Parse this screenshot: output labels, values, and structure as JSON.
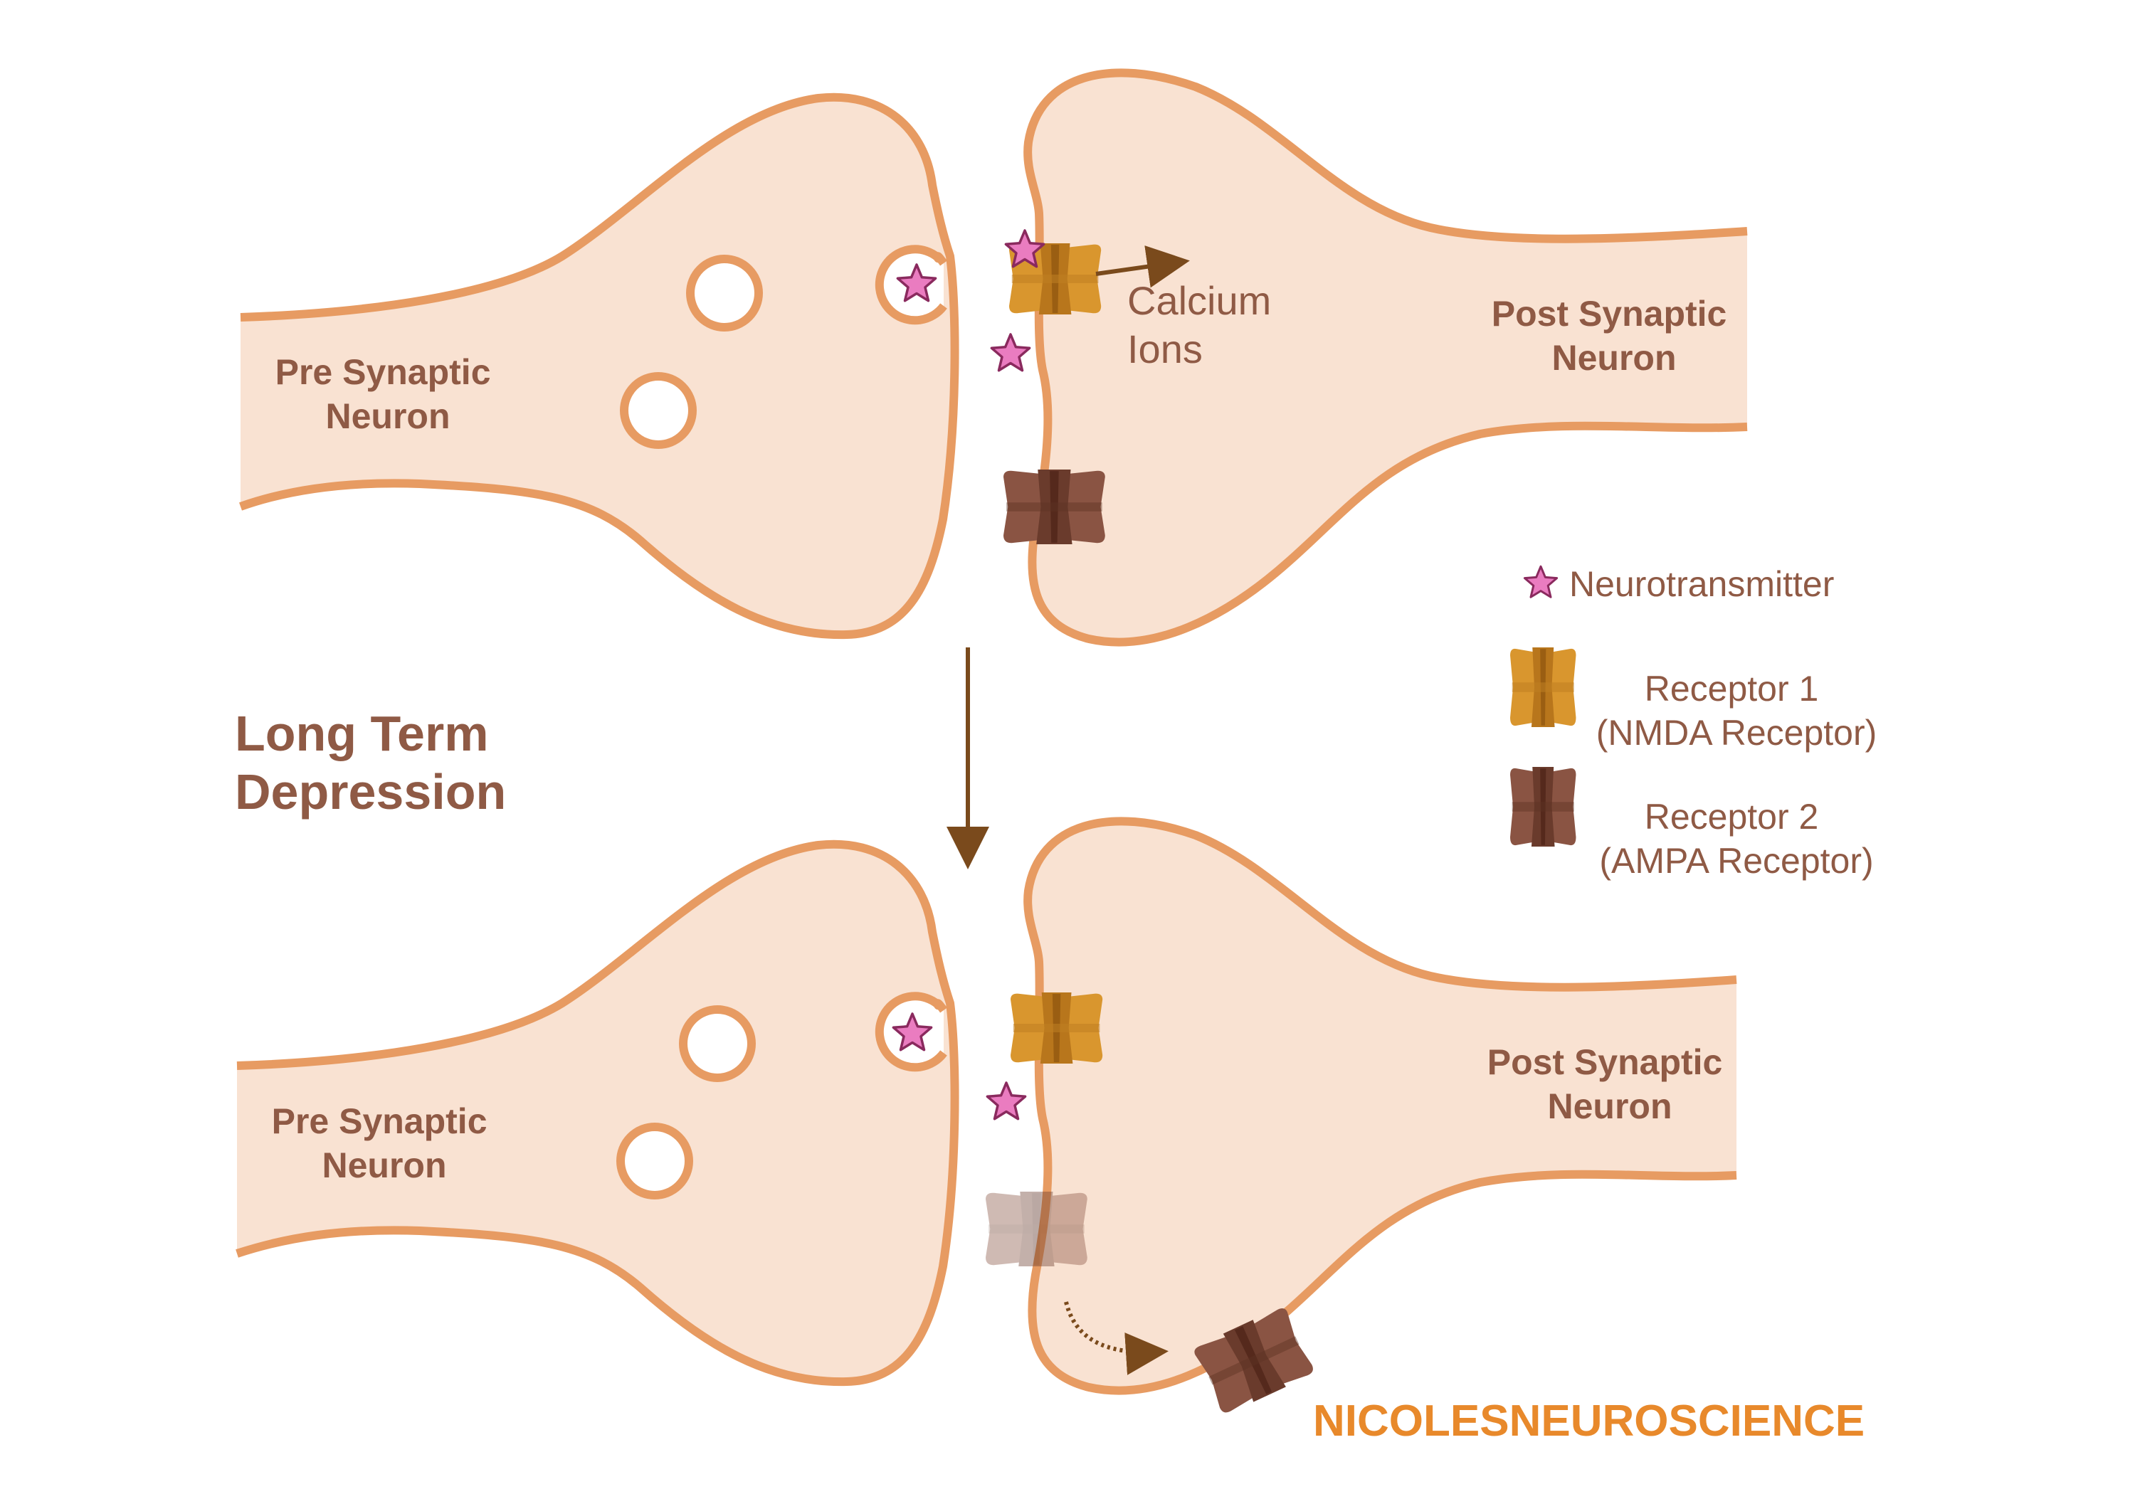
{
  "top_panel": {
    "pre_label": [
      "Pre Synaptic",
      "Neuron"
    ],
    "post_label": [
      "Post Synaptic",
      "Neuron"
    ],
    "calcium_label": [
      "Calcium",
      "Ions"
    ]
  },
  "process_label": [
    "Long Term",
    "Depression"
  ],
  "bottom_panel": {
    "pre_label": [
      "Pre Synaptic",
      "Neuron"
    ],
    "post_label": [
      "Post Synaptic",
      "Neuron"
    ]
  },
  "legend": {
    "neurotransmitter": "Neurotransmitter",
    "receptor1": [
      "Receptor 1",
      "(NMDA Receptor)"
    ],
    "receptor2": [
      "Receptor 2",
      "(AMPA Receptor)"
    ]
  },
  "credit": "NICOLESNEUROSCIENCE",
  "colors": {
    "cell_fill": "#f9e2d2",
    "membrane": "#e79b62",
    "nmda": "#d9962e",
    "ampa": "#7e4a38",
    "neurotransmitter": "#ea7cc0",
    "text": "#8f5a45",
    "brand": "#e8892b"
  },
  "icons": [
    "neurotransmitter-star-icon",
    "nmda-receptor-icon",
    "ampa-receptor-icon"
  ]
}
